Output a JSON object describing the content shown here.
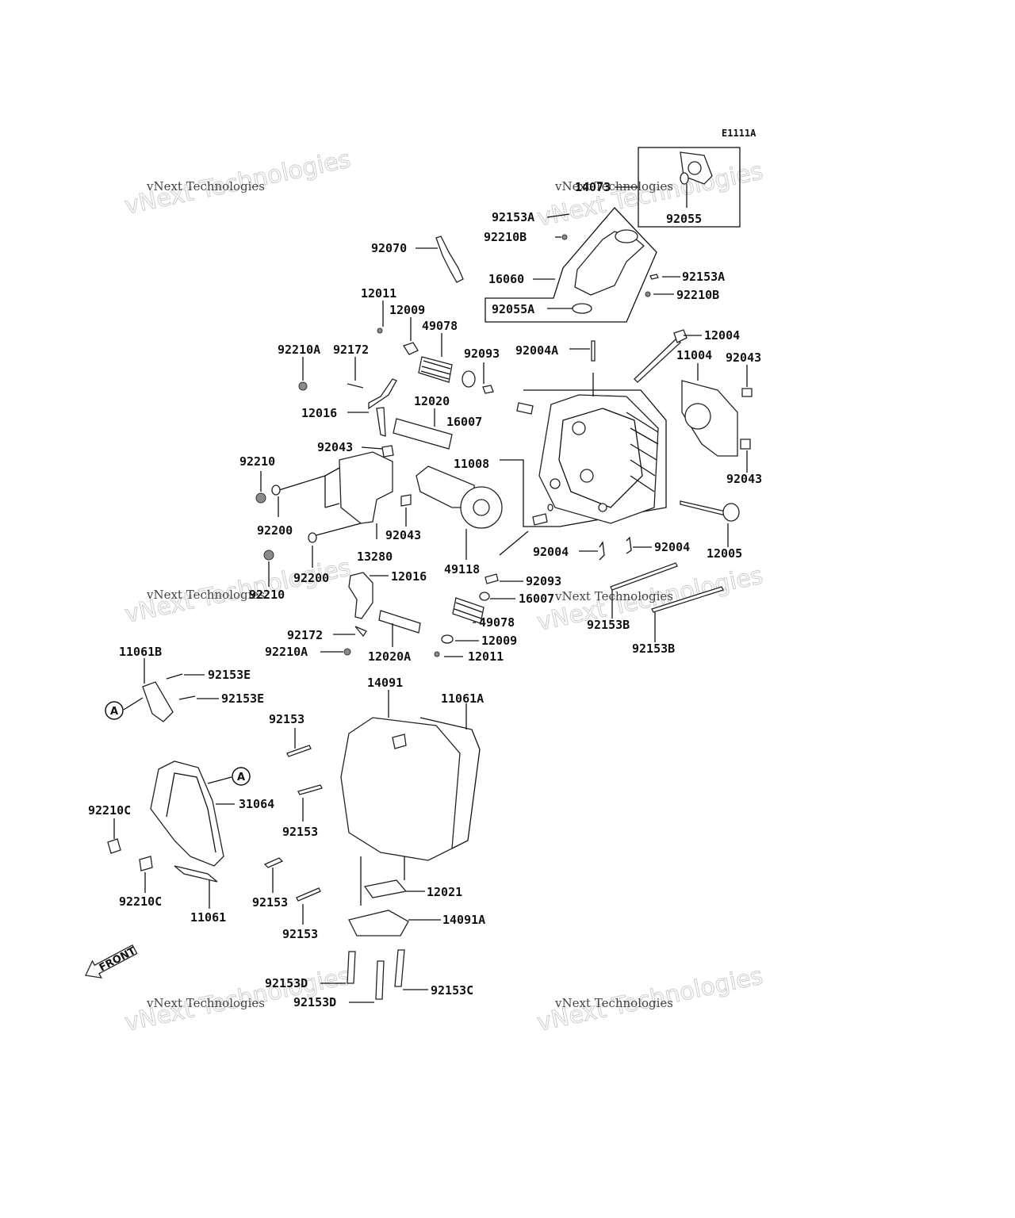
{
  "diagram_code": "E1111A",
  "front_label": "FRONT",
  "callout_letter": "A",
  "watermark": {
    "small": "vNext Technologies",
    "big": "vNext Technologies"
  },
  "labels": {
    "p14073": "14073",
    "p92055": "92055",
    "p92153A_a": "92153A",
    "p92210B_a": "92210B",
    "p92070": "92070",
    "p16060": "16060",
    "p92153A_b": "92153A",
    "p92210B_b": "92210B",
    "p92055A": "92055A",
    "p12011_a": "12011",
    "p12009_a": "12009",
    "p49078_a": "49078",
    "p92210A_a": "92210A",
    "p92172_a": "92172",
    "p92093_a": "92093",
    "p92004A": "92004A",
    "p12004": "12004",
    "p11004": "11004",
    "p92043_a": "92043",
    "p12020": "12020",
    "p12016_a": "12016",
    "p16007_a": "16007",
    "p92043_b": "92043",
    "p11008": "11008",
    "p92210_a": "92210",
    "p92043_c": "92043",
    "p92200_a": "92200",
    "p92043_d": "92043",
    "p13280": "13280",
    "p49118": "49118",
    "p92004_a": "92004",
    "p92004_b": "92004",
    "p12005": "12005",
    "p92200_b": "92200",
    "p12016_b": "12016",
    "p92210_b": "92210",
    "p92093_b": "92093",
    "p16007_b": "16007",
    "p49078_b": "49078",
    "p92153B_a": "92153B",
    "p92172_b": "92172",
    "p12009_b": "12009",
    "p92210A_b": "92210A",
    "p12020A": "12020A",
    "p12011_b": "12011",
    "p92153B_b": "92153B",
    "p11061B": "11061B",
    "p92153E_a": "92153E",
    "p92153E_b": "92153E",
    "p14091": "14091",
    "p11061A": "11061A",
    "p92153_a": "92153",
    "p31064": "31064",
    "p92210C_a": "92210C",
    "p92153_b": "92153",
    "p92153_c": "92153",
    "p92210C_b": "92210C",
    "p11061": "11061",
    "p12021": "12021",
    "p92153_d": "92153",
    "p14091A": "14091A",
    "p92153D_a": "92153D",
    "p92153C": "92153C",
    "p92153D_b": "92153D"
  }
}
